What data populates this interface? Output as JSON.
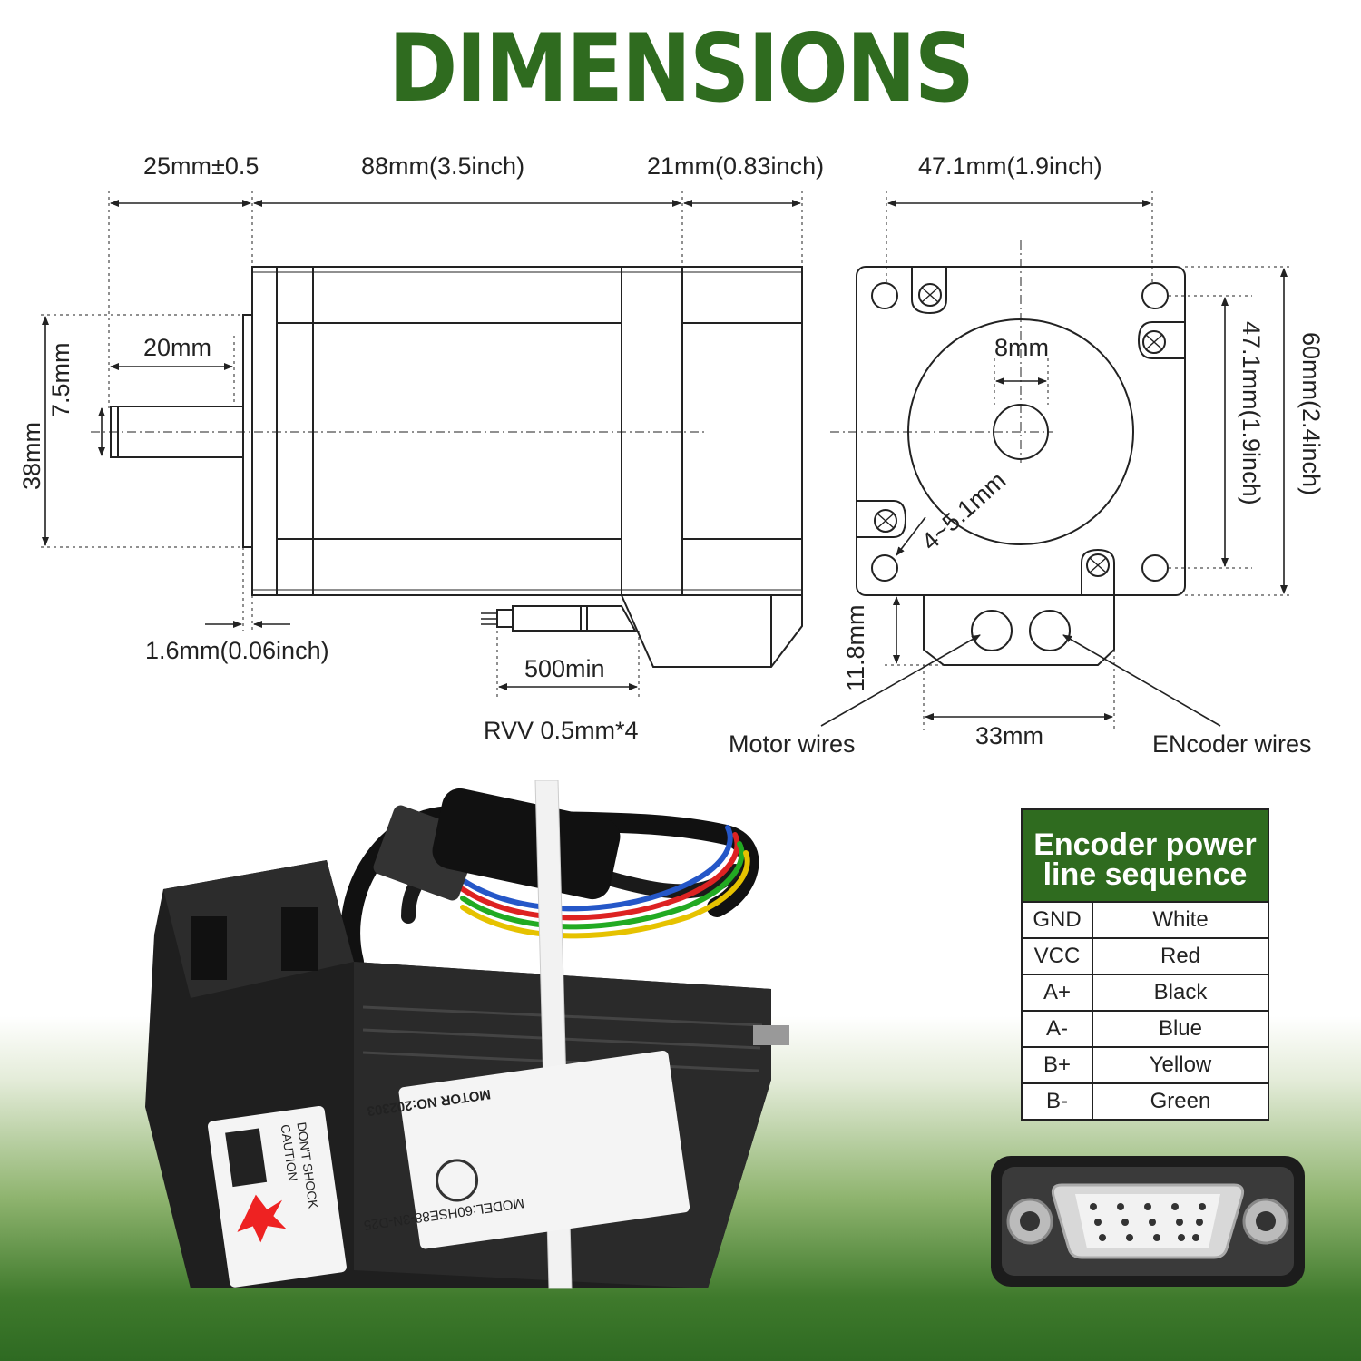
{
  "title": "DIMENSIONS",
  "dims": {
    "shaft_length": "25mm±0.5",
    "body_length": "88mm(3.5inch)",
    "encoder_length": "21mm(0.83inch)",
    "hole_spacing_top": "47.1mm(1.9inch)",
    "shaft_key": "20mm",
    "shaft_flat": "7.5mm",
    "boss_diameter": "38mm",
    "flange_thickness": "1.6mm(0.06inch)",
    "cable_length": "500min",
    "cable_type": "RVV 0.5mm*4",
    "shaft_diameter": "8mm",
    "mount_holes": "4~5.1mm",
    "hole_spacing_side": "47.1mm(1.9inch)",
    "flange_size": "60mm(2.4inch)",
    "connector_height": "11.8mm",
    "connector_width": "33mm",
    "motor_wires": "Motor wires",
    "encoder_wires": "ENcoder wires"
  },
  "label_text": {
    "caution_line1": "CAUTION",
    "caution_line2": "DON'T SHOCK",
    "model_line": "MODEL:60HSE88-3N-D25",
    "motor_no": "MOTOR NO:202303"
  },
  "encoder_table": {
    "title_line1": "Encoder power",
    "title_line2": "line sequence",
    "rows": [
      {
        "signal": "GND",
        "color": "White"
      },
      {
        "signal": "VCC",
        "color": "Red"
      },
      {
        "signal": "A+",
        "color": "Black"
      },
      {
        "signal": "A-",
        "color": "Blue"
      },
      {
        "signal": "B+",
        "color": "Yellow"
      },
      {
        "signal": "B-",
        "color": "Green"
      }
    ]
  },
  "colors": {
    "brand_green": "#2f6b1f",
    "line": "#222222"
  }
}
